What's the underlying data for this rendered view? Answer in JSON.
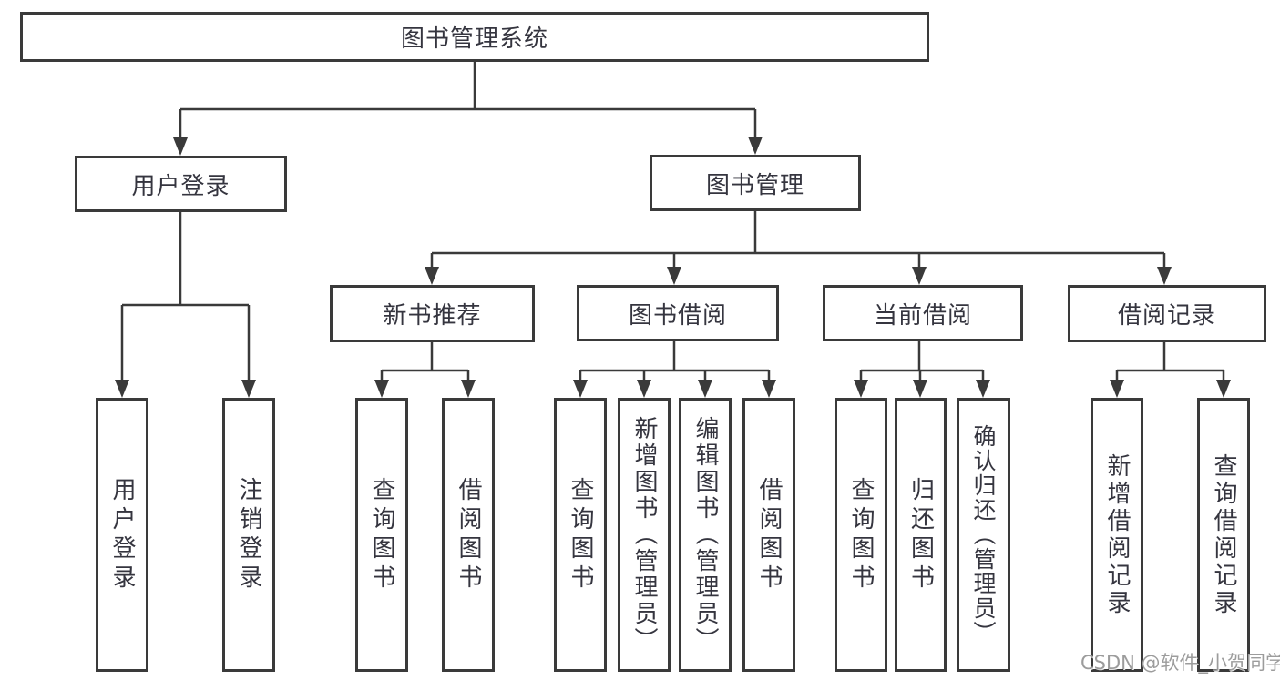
{
  "diagram": {
    "title": "图书管理系统",
    "nodes": {
      "root": {
        "label": "图书管理系统"
      },
      "user_login": {
        "label": "用户登录"
      },
      "book_management": {
        "label": "图书管理"
      },
      "new_book_recommend": {
        "label": "新书推荐"
      },
      "book_borrowing": {
        "label": "图书借阅"
      },
      "current_borrowing": {
        "label": "当前借阅"
      },
      "borrowing_records": {
        "label": "借阅记录"
      },
      "login": {
        "label": "用户登录"
      },
      "logout": {
        "label": "注销登录"
      },
      "nbr_query_books": {
        "label": "查询图书"
      },
      "nbr_borrow_books": {
        "label": "借阅图书"
      },
      "bb_query_books": {
        "label": "查询图书"
      },
      "bb_add_books": {
        "label": "新增图书（管理员）"
      },
      "bb_edit_books": {
        "label": "编辑图书（管理员）"
      },
      "bb_borrow_books": {
        "label": "借阅图书"
      },
      "cb_query_books": {
        "label": "查询图书"
      },
      "cb_return_books": {
        "label": "归还图书"
      },
      "cb_confirm_return": {
        "label": "确认归还（管理员）"
      },
      "br_add_record": {
        "label": "新增借阅记录"
      },
      "br_query_record": {
        "label": "查询借阅记录"
      }
    },
    "colors": {
      "line": "#3a3a3a",
      "text": "#35353f",
      "background": "#ffffff",
      "watermark": "#9c9c9c"
    }
  },
  "watermark": {
    "text": "CSDN @软件_小贺同学"
  }
}
